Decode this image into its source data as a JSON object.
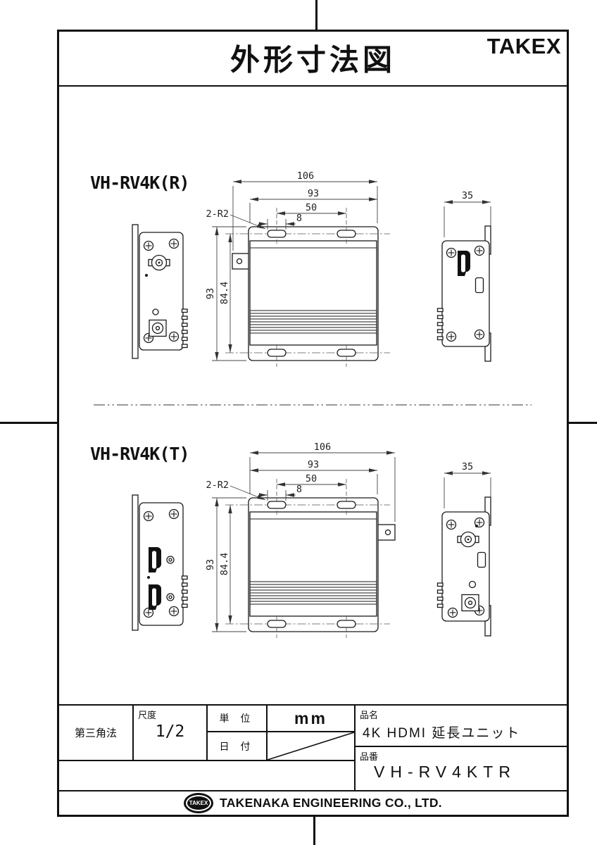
{
  "header": {
    "title": "外形寸法図",
    "brand": "TAKEX"
  },
  "drawings": {
    "receiver": {
      "label": "VH-RV4K(R)",
      "dims": {
        "overall_width": "106",
        "plate_width": "93",
        "slot_pitch": "50",
        "slot_length": "8",
        "corner_note": "2-R2",
        "plate_height": "93",
        "slot_span": "84.4",
        "depth": "35"
      }
    },
    "transmitter": {
      "label": "VH-RV4K(T)",
      "dims": {
        "overall_width": "106",
        "plate_width": "93",
        "slot_pitch": "50",
        "slot_length": "8",
        "corner_note": "2-R2",
        "plate_height": "93",
        "slot_span": "84.4",
        "depth": "35"
      }
    }
  },
  "title_block": {
    "projection": "第三角法",
    "scale": {
      "label": "尺度",
      "value": "1/2"
    },
    "unit": {
      "label": "単 位",
      "value": "mm"
    },
    "date": {
      "label": "日 付"
    },
    "product": {
      "label": "品名",
      "value": "4K HDMI 延長ユニット"
    },
    "part": {
      "label": "品番",
      "value": "VH-RV4KTR"
    }
  },
  "footer": {
    "logo_text": "TAKEX",
    "company": "TAKENAKA ENGINEERING CO., LTD."
  }
}
